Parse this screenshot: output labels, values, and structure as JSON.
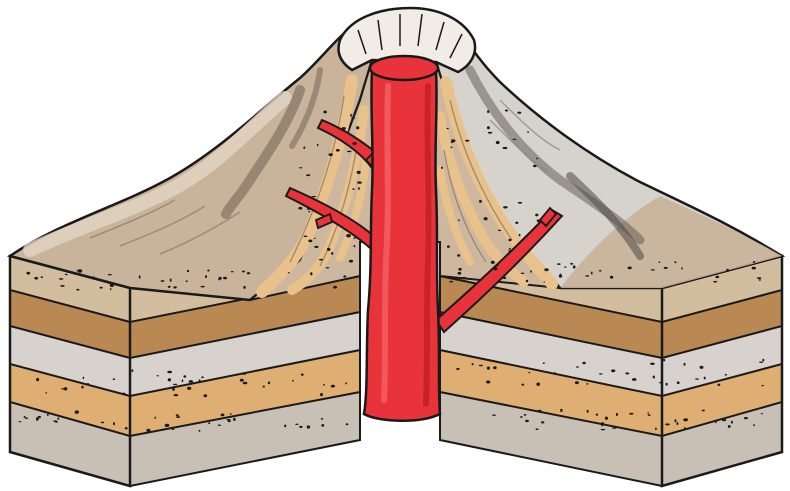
{
  "diagram": {
    "subject": "stratovolcano-cross-section",
    "colors": {
      "background": "#ffffff",
      "outline": "#1a1a1a",
      "magma": "#e8333a",
      "magma_dark": "#b81c22",
      "ash_surface": "#c9b39a",
      "ash_surface_light": "#e4d6c6",
      "ash_surface_grey": "#d6d2cc",
      "ash_shadow": "#8a7a68",
      "snow_cap": "#f1ede6",
      "layer_tan": "#e3b67a",
      "layer_brown": "#b98853",
      "layer_light_grey": "#d7d2cd",
      "layer_orange": "#dfae73",
      "layer_grey": "#c8bfb5",
      "cone_layer_a": "#e9c18a",
      "cone_layer_b": "#cdb89f"
    },
    "layers": [
      {
        "name": "topsoil",
        "color": "#d2be9f"
      },
      {
        "name": "brown-stratum",
        "color": "#b98853"
      },
      {
        "name": "grey-stratum",
        "color": "#d7d2cd"
      },
      {
        "name": "orange-stratum",
        "color": "#dfae73"
      },
      {
        "name": "bedrock-stratum",
        "color": "#c8bfb5"
      }
    ],
    "features": [
      "crater",
      "main-conduit",
      "side-vents",
      "layered-cone",
      "sedimentary-strata"
    ]
  }
}
